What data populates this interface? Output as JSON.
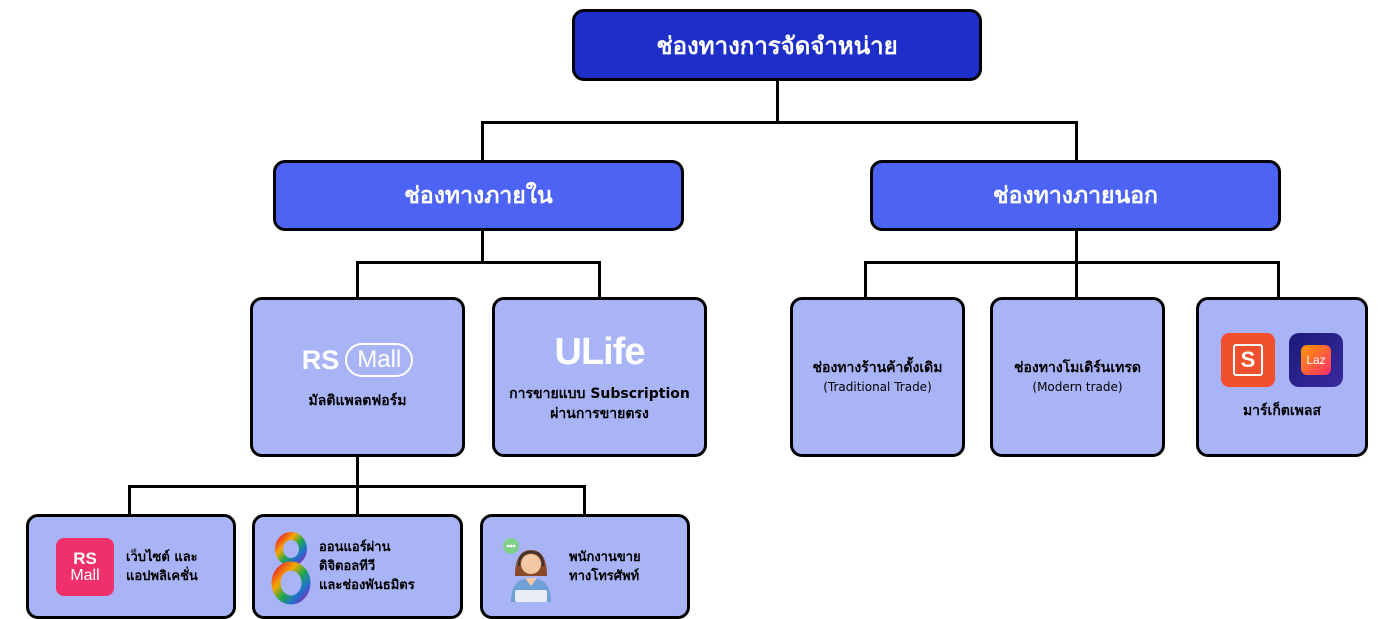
{
  "root": {
    "title": "ช่องทางการจัดจำหน่าย"
  },
  "internal": {
    "title": "ช่องทางภายใน",
    "multiplatform": {
      "logo_left": "RS",
      "logo_right": "Mall",
      "label": "มัลติแพลตฟอร์ม"
    },
    "ulife": {
      "logo": "ULife",
      "label_line1": "การขายแบบ Subscription",
      "label_line2": "ผ่านการขายตรง"
    },
    "leaves": [
      {
        "logo_line1": "RS",
        "logo_line2": "Mall",
        "line1": "เว็บไซต์ และ",
        "line2": "แอปพลิเคชั่น"
      },
      {
        "logo": "8",
        "line1": "ออนแอร์ผ่าน",
        "line2": "ดิจิตอลทีวี",
        "line3": "และช่องพันธมิตร"
      },
      {
        "line1": "พนักงานขาย",
        "line2": "ทางโทรศัพท์"
      }
    ]
  },
  "external": {
    "title": "ช่องทางภายนอก",
    "traditional": {
      "label": "ช่องทางร้านค้าดั้งเดิม",
      "sub": "(Traditional Trade)"
    },
    "modern": {
      "label": "ช่องทางโมเดิร์นเทรด",
      "sub": "(Modern trade)"
    },
    "marketplace": {
      "label": "มาร์เก็ตเพลส",
      "logo_shopee": "S",
      "logo_lazada": "Laz"
    }
  },
  "colors": {
    "dark_blue": "#1d2fc8",
    "mid_blue": "#4c63f4",
    "light_blue": "#a9b4f7"
  },
  "icons": [
    "rsmall-logo",
    "ulife-logo",
    "shopee-icon",
    "lazada-icon",
    "channel8-logo",
    "call-center-agent-icon"
  ]
}
